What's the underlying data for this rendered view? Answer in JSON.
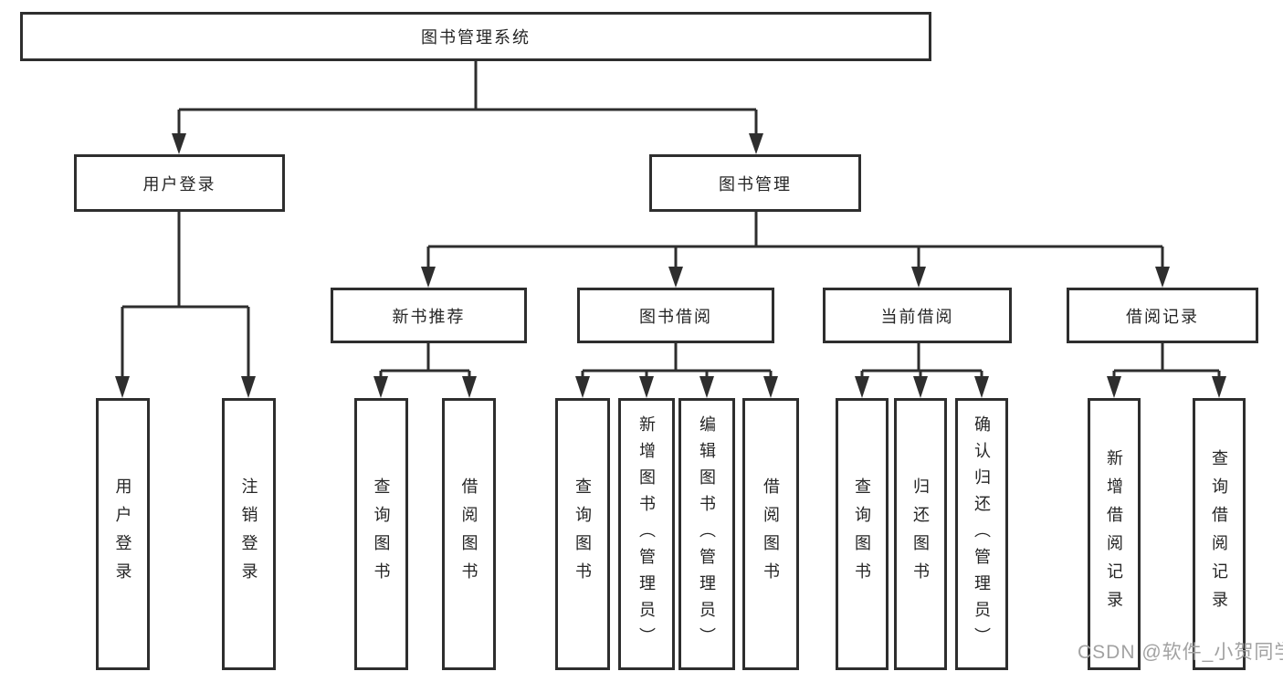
{
  "diagram": {
    "root": "图书管理系统",
    "level2": {
      "user_login": "用户登录",
      "book_management": "图书管理"
    },
    "level3": {
      "new_book_recommend": "新书推荐",
      "book_borrowing": "图书借阅",
      "current_borrowing": "当前借阅",
      "borrowing_records": "借阅记录"
    },
    "leaves": {
      "user_login": "用户登录",
      "logout": "注销登录",
      "recommend_query_book": "查询图书",
      "recommend_borrow_book": "借阅图书",
      "borrowing_query_book": "查询图书",
      "borrowing_add_book": "新增图书（管理员）",
      "borrowing_edit_book": "编辑图书（管理员）",
      "borrowing_borrow_book": "借阅图书",
      "current_query_book": "查询图书",
      "current_return_book": "归还图书",
      "current_confirm_return": "确认归还（管理员）",
      "records_add_record": "新增借阅记录",
      "records_query_record": "查询借阅记录"
    },
    "hierarchy": {
      "图书管理系统": [
        "用户登录",
        "图书管理"
      ],
      "用户登录": [
        "用户登录",
        "注销登录"
      ],
      "图书管理": [
        "新书推荐",
        "图书借阅",
        "当前借阅",
        "借阅记录"
      ],
      "新书推荐": [
        "查询图书",
        "借阅图书"
      ],
      "图书借阅": [
        "查询图书",
        "新增图书（管理员）",
        "编辑图书（管理员）",
        "借阅图书"
      ],
      "当前借阅": [
        "查询图书",
        "归还图书",
        "确认归还（管理员）"
      ],
      "借阅记录": [
        "新增借阅记录",
        "查询借阅记录"
      ]
    },
    "colors": {
      "line": "#2e2e2e",
      "text": "#252525",
      "background": "#ffffff",
      "watermark": "#a2a2a2"
    }
  },
  "watermark": "CSDN @软件_小贺同学"
}
